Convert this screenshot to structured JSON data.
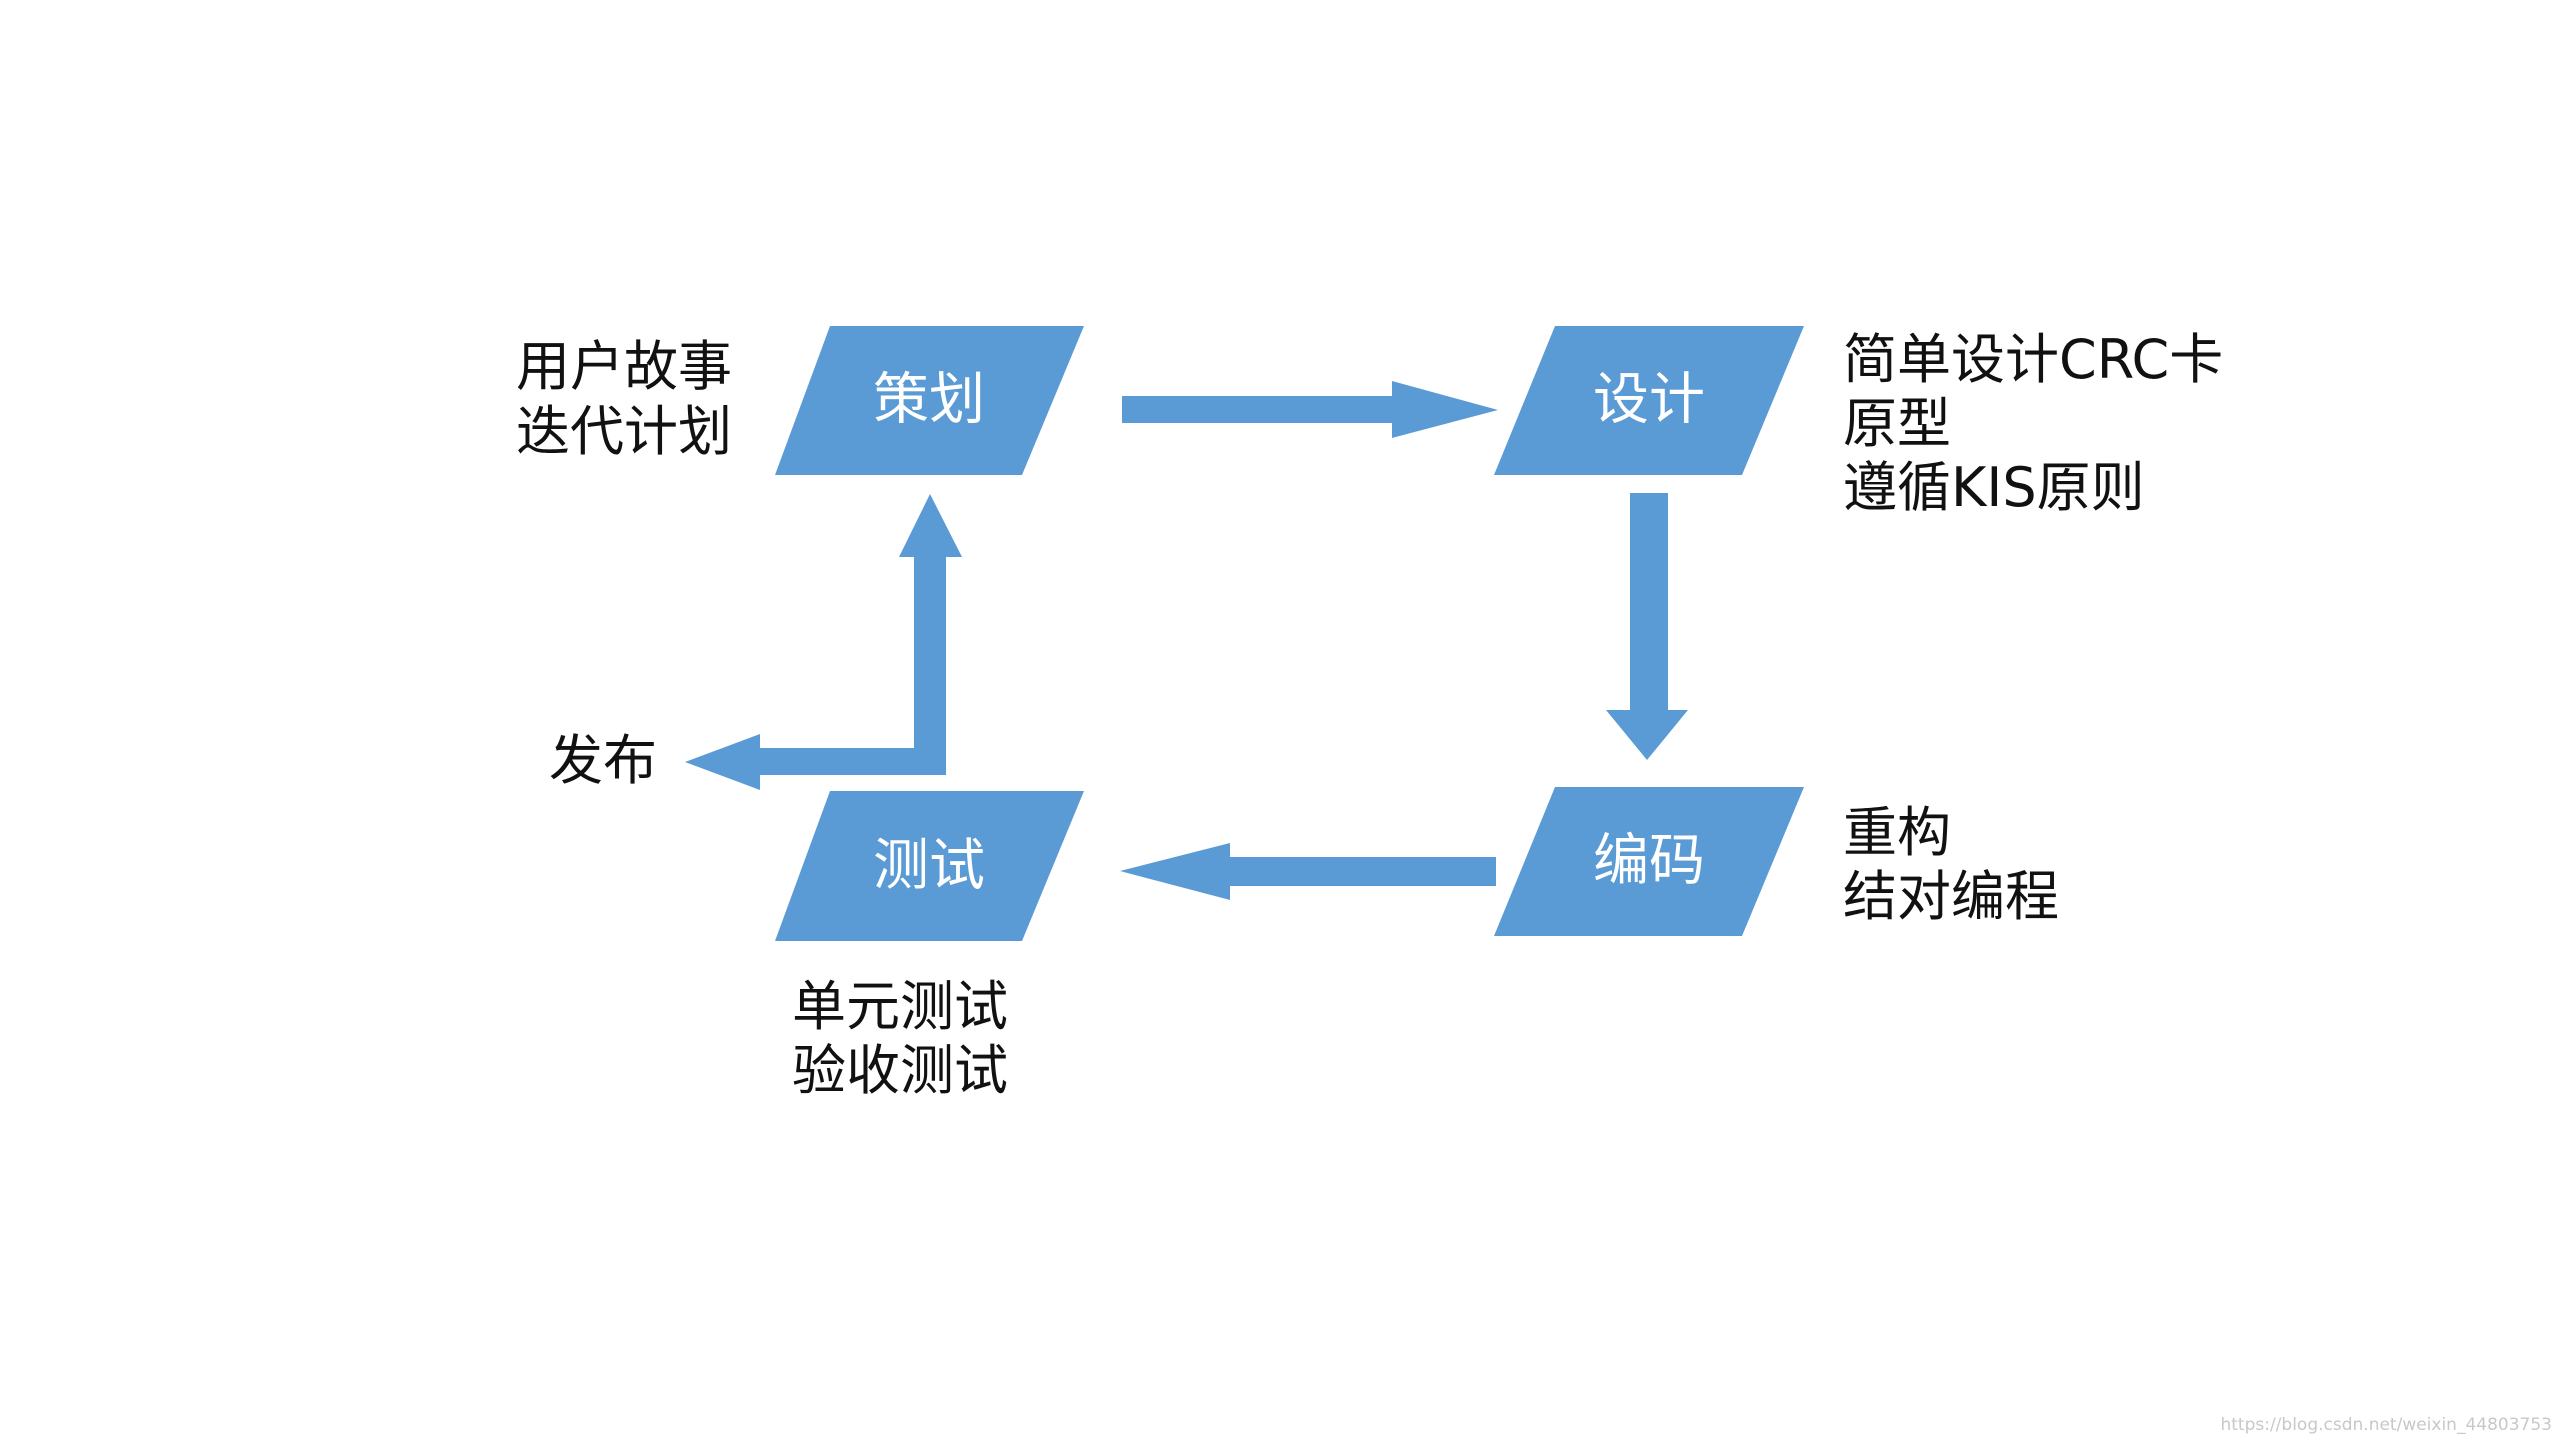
{
  "colors": {
    "shape_fill": "#5b9bd5",
    "note_text": "#111111",
    "label_text": "#ffffff",
    "background": "#ffffff"
  },
  "nodes": {
    "plan": {
      "label": "策划"
    },
    "design": {
      "label": "设计"
    },
    "code": {
      "label": "编码"
    },
    "test": {
      "label": "测试"
    }
  },
  "notes": {
    "plan": [
      "用户故事",
      "迭代计划"
    ],
    "design": [
      "简单设计CRC卡",
      "原型",
      "遵循KIS原则"
    ],
    "code": [
      "重构",
      "结对编程"
    ],
    "test": [
      "单元测试",
      "验收测试"
    ],
    "release": "发布"
  },
  "watermark": "https://blog.csdn.net/weixin_44803753"
}
